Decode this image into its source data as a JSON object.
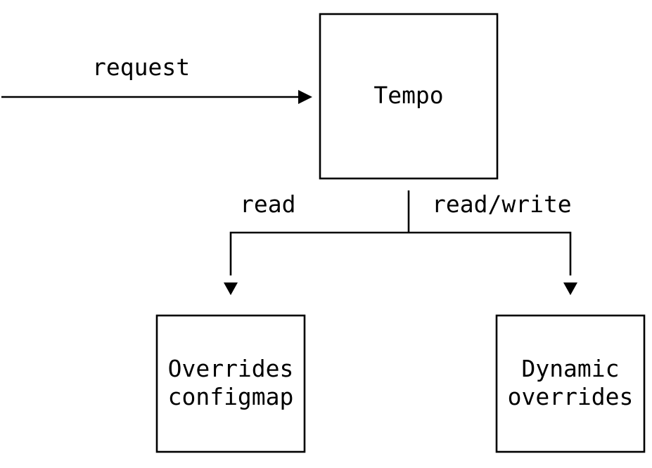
{
  "nodes": {
    "tempo": {
      "label": "Tempo"
    },
    "overrides_configmap": {
      "line1": "Overrides",
      "line2": "configmap"
    },
    "dynamic_overrides": {
      "line1": "Dynamic",
      "line2": "overrides"
    }
  },
  "edges": {
    "request": {
      "label": "request"
    },
    "read": {
      "label": "read"
    },
    "read_write": {
      "label": "read/write"
    }
  }
}
